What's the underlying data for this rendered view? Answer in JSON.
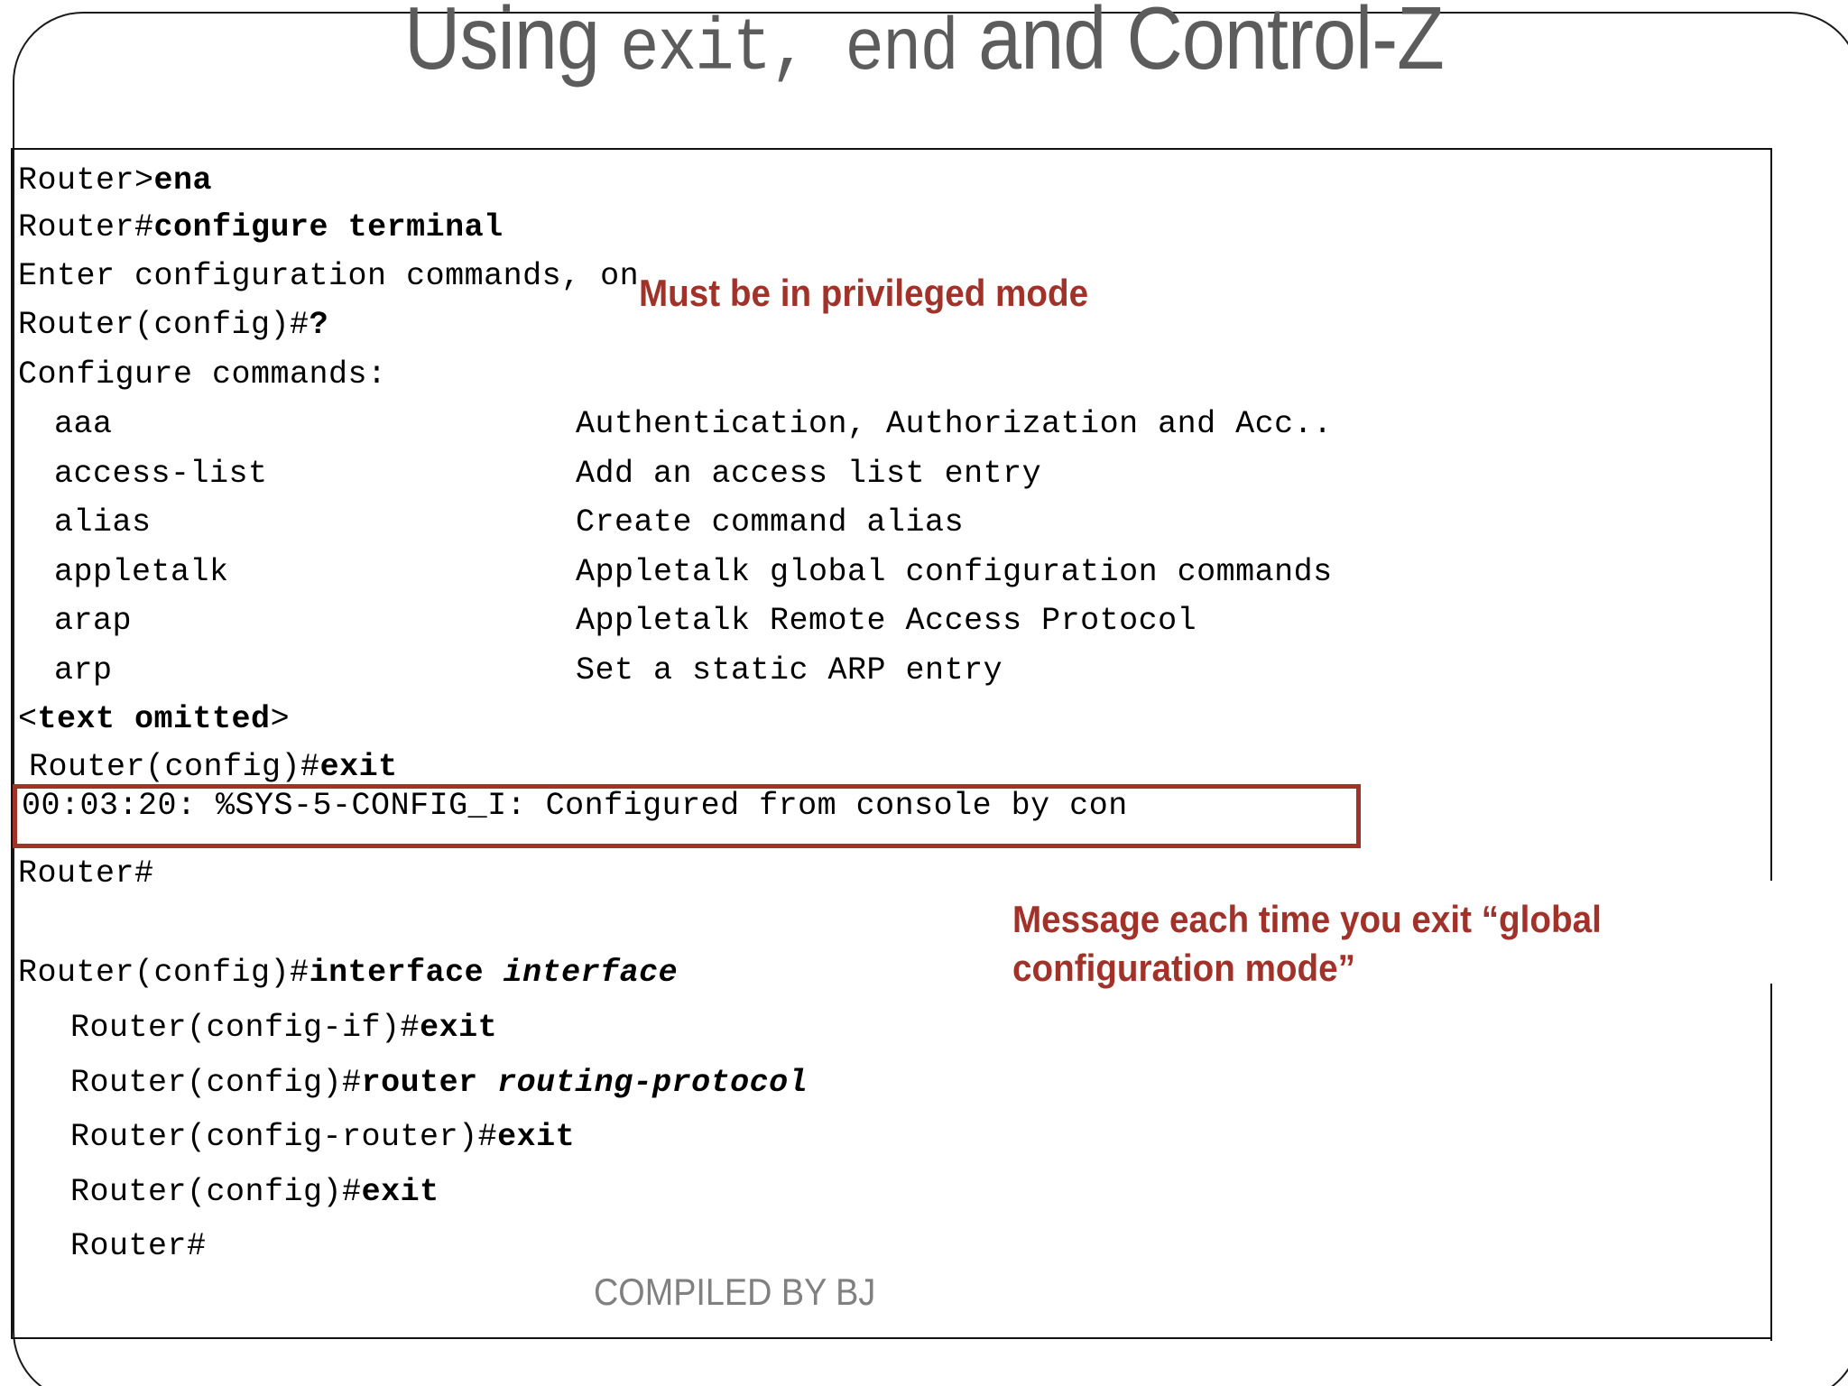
{
  "slide": {
    "title_parts": [
      {
        "text": "Using ",
        "style": "sans"
      },
      {
        "text": "exit, end",
        "style": "mono"
      },
      {
        "text": " and Control-Z",
        "style": "sans"
      }
    ],
    "title_plain": "Using exit, end and Control-Z",
    "footer_credit": "COMPILED BY BJ"
  },
  "terminal": {
    "lines": [
      {
        "id": "l01",
        "prompt": "Router>",
        "cmd": "ena",
        "cmd_style": "bold",
        "indent": 0
      },
      {
        "id": "l02",
        "prompt": "Router#",
        "cmd": "configure terminal",
        "cmd_style": "bold",
        "indent": 0
      },
      {
        "id": "l03",
        "prompt": "",
        "cmd": "Enter configuration commands, on",
        "cmd_style": "plain",
        "indent": 0
      },
      {
        "id": "l04",
        "prompt": "Router(config)#",
        "cmd": "?",
        "cmd_style": "bold",
        "indent": 0
      },
      {
        "id": "l05",
        "prompt": "",
        "cmd": "Configure commands:",
        "cmd_style": "plain",
        "indent": 0
      },
      {
        "id": "l12",
        "prompt": "<",
        "cmd": "text omitted",
        "cmd_style": "bold",
        "suffix": ">",
        "indent": 0
      },
      {
        "id": "l13",
        "prompt": "Router(config)#",
        "cmd": "exit",
        "cmd_style": "bold",
        "indent": 1
      },
      {
        "id": "l14",
        "prompt": "",
        "cmd": "00:03:20: %SYS-5-CONFIG_I: Configured from console by con",
        "cmd_style": "plain",
        "indent": 0
      },
      {
        "id": "l15",
        "prompt": "Router#",
        "cmd": "",
        "cmd_style": "plain",
        "indent": 0
      },
      {
        "id": "l16",
        "prompt": "Router(config)#",
        "cmd": "interface ",
        "cmd_style": "bold",
        "arg": "interface",
        "indent": 0
      },
      {
        "id": "l17",
        "prompt": "Router(config-if)#",
        "cmd": "exit",
        "cmd_style": "bold",
        "indent": 2
      },
      {
        "id": "l18",
        "prompt": "Router(config)#",
        "cmd": "router ",
        "cmd_style": "bold",
        "arg": "routing-protocol",
        "indent": 2
      },
      {
        "id": "l19",
        "prompt": "Router(config-router)#",
        "cmd": "exit",
        "cmd_style": "bold",
        "indent": 2
      },
      {
        "id": "l20",
        "prompt": "Router(config)#",
        "cmd": "exit",
        "cmd_style": "bold",
        "indent": 2
      },
      {
        "id": "l21",
        "prompt": "Router#",
        "cmd": "",
        "cmd_style": "plain",
        "indent": 2
      }
    ],
    "help_table": {
      "rows": [
        {
          "command": "aaa",
          "description": "Authentication, Authorization and Acc.."
        },
        {
          "command": "access-list",
          "description": "Add an access list entry"
        },
        {
          "command": "alias",
          "description": "Create command alias"
        },
        {
          "command": "appletalk",
          "description": "Appletalk global configuration commands"
        },
        {
          "command": "arap",
          "description": "Appletalk Remote Access Protocol"
        },
        {
          "command": "arp",
          "description": "Set a static ARP entry"
        }
      ]
    }
  },
  "annotations": [
    {
      "id": "annot-privileged",
      "text": "Must be in privileged mode"
    },
    {
      "id": "annot-exit-message",
      "text": "Message each time you exit “global configuration mode”"
    }
  ],
  "colors": {
    "annotation_red": "#a1322a",
    "title_gray": "#5c5c5c",
    "footer_gray": "#808080",
    "text_black": "#000000",
    "border_black": "#111111"
  }
}
